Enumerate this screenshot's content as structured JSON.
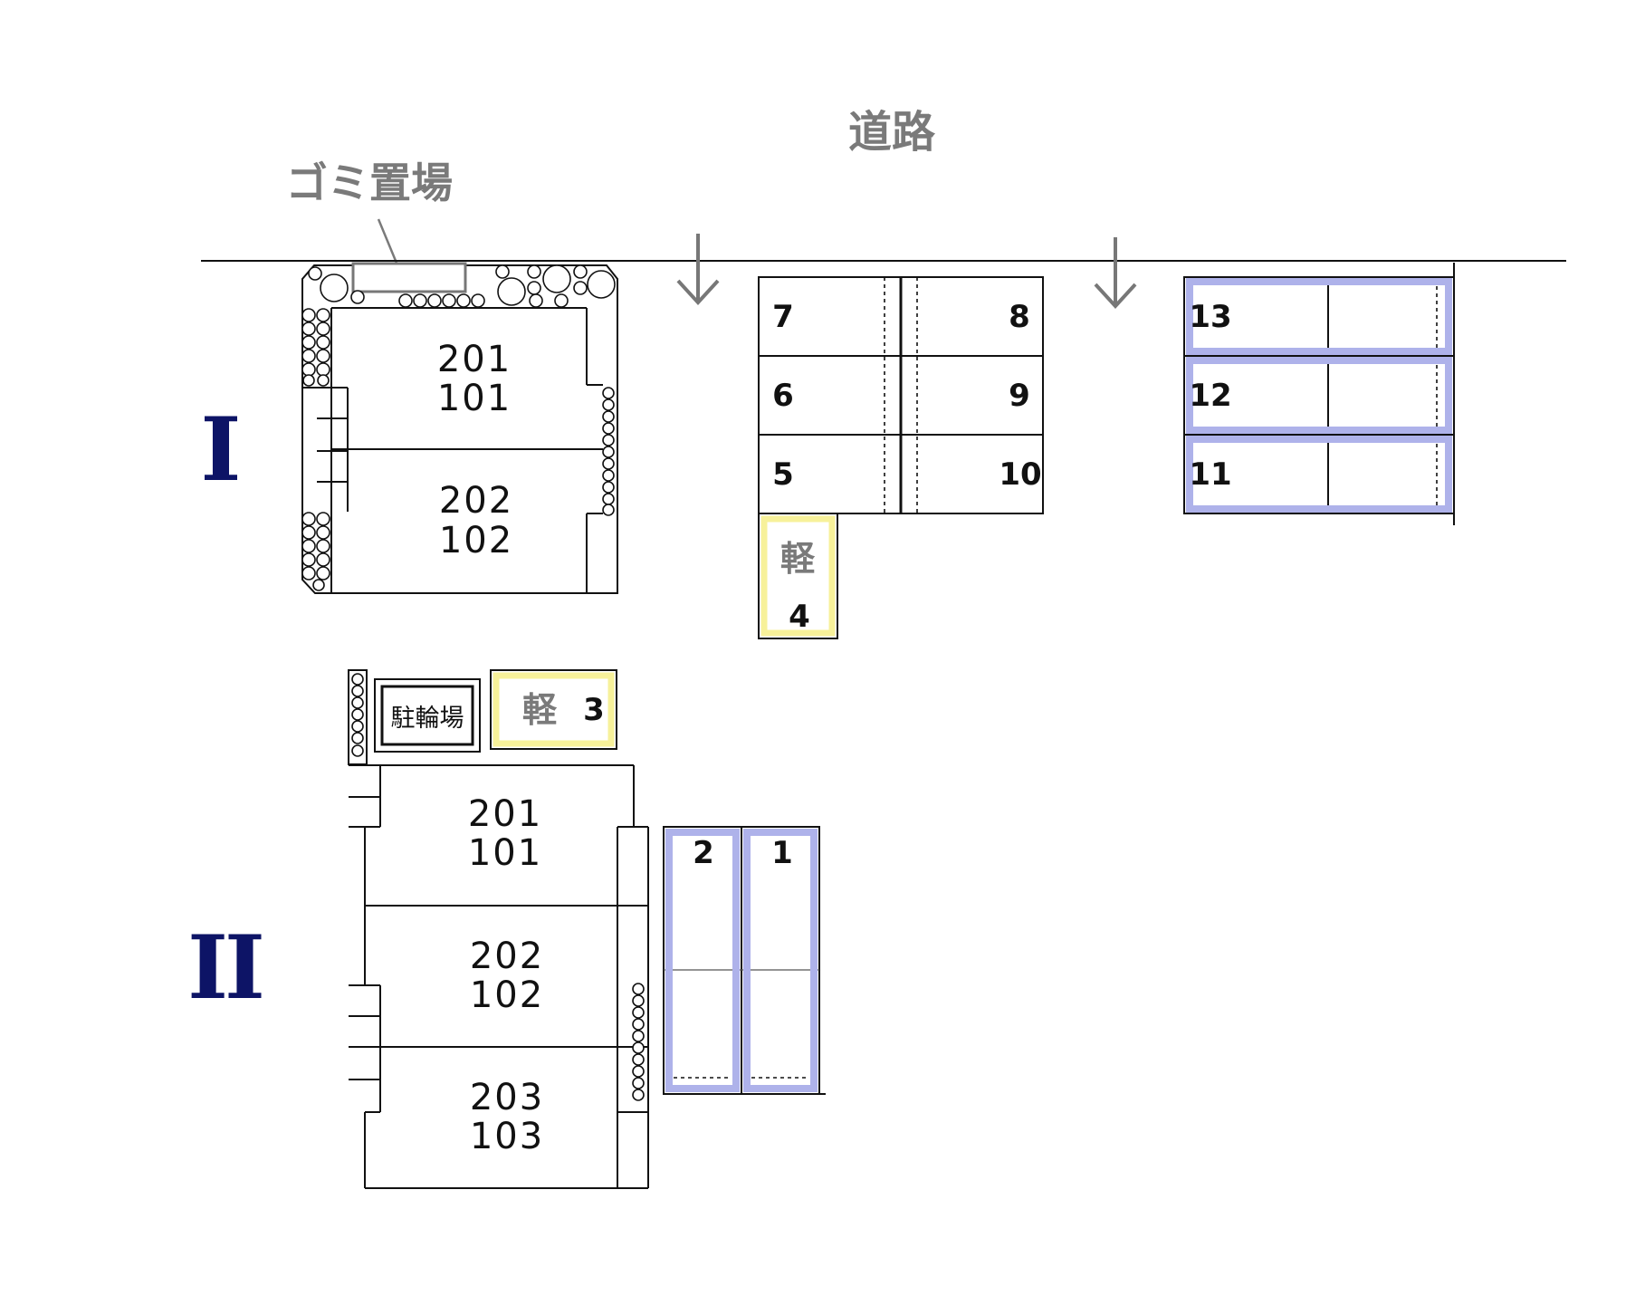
{
  "road_label": "道路",
  "garbage_label": "ゴミ置場",
  "bicycle_label": "駐輪場",
  "kei_label": "軽",
  "building_1": {
    "label": "I",
    "units": [
      {
        "upper": "201",
        "lower": "101"
      },
      {
        "upper": "202",
        "lower": "102"
      }
    ]
  },
  "building_2": {
    "label": "II",
    "units": [
      {
        "upper": "201",
        "lower": "101"
      },
      {
        "upper": "202",
        "lower": "102"
      },
      {
        "upper": "203",
        "lower": "103"
      }
    ]
  },
  "parking": {
    "s1": "1",
    "s2": "2",
    "s3": "3",
    "s4": "4",
    "s5": "5",
    "s6": "6",
    "s7": "7",
    "s8": "8",
    "s9": "9",
    "s10": "10",
    "s11": "11",
    "s12": "12",
    "s13": "13"
  },
  "colors": {
    "regular_outline": "#111111",
    "highlight_blue": "#aeb2ea",
    "kei_yellow": "#f7f19a",
    "label_gray": "#7a7a7a",
    "roman_navy": "#0d1466"
  }
}
